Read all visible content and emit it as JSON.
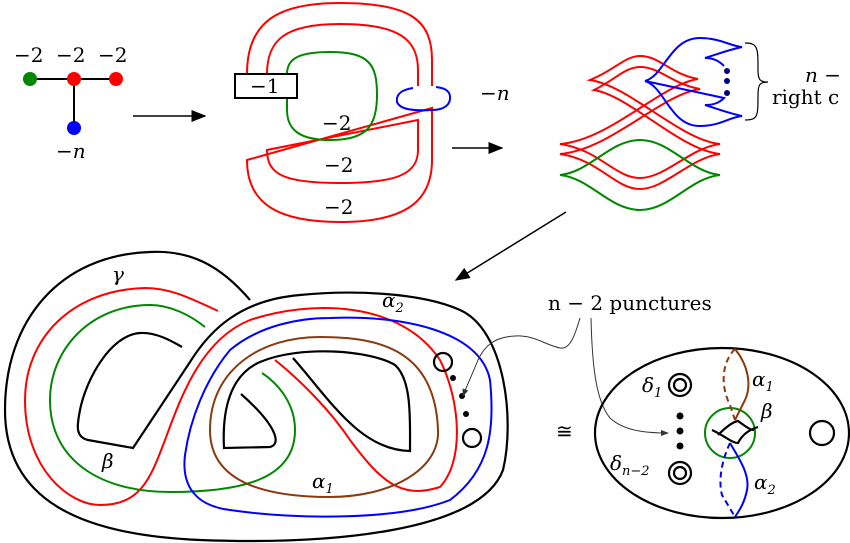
{
  "colors": {
    "red": "#ff0000",
    "green": "#008000",
    "blue": "#0000ff",
    "brown": "#8b3a0f",
    "black": "#000000"
  },
  "plumbing_graph": {
    "weights": [
      "−2",
      "−2",
      "−2"
    ],
    "bottom_weight": "−n"
  },
  "kirby_diagram": {
    "box_label": "−1",
    "blue_label": "−n",
    "green_label": "−2",
    "inner_red_label": "−2",
    "outer_red_label": "−2"
  },
  "front_diagram": {
    "brace_label_line1": "n −",
    "brace_label_line2": "right c"
  },
  "surface": {
    "gamma": "γ",
    "beta": "β",
    "alpha1": {
      "base": "α",
      "sub": "1"
    },
    "alpha2": {
      "base": "α",
      "sub": "2"
    },
    "punctures_label": "n − 2 punctures"
  },
  "model": {
    "iso": "≅",
    "delta1": {
      "base": "δ",
      "sub": "1"
    },
    "deltan2": {
      "base": "δ",
      "sub": "n−2"
    },
    "alpha1": {
      "base": "α",
      "sub": "1"
    },
    "alpha2": {
      "base": "α",
      "sub": "2"
    },
    "beta": "β"
  }
}
